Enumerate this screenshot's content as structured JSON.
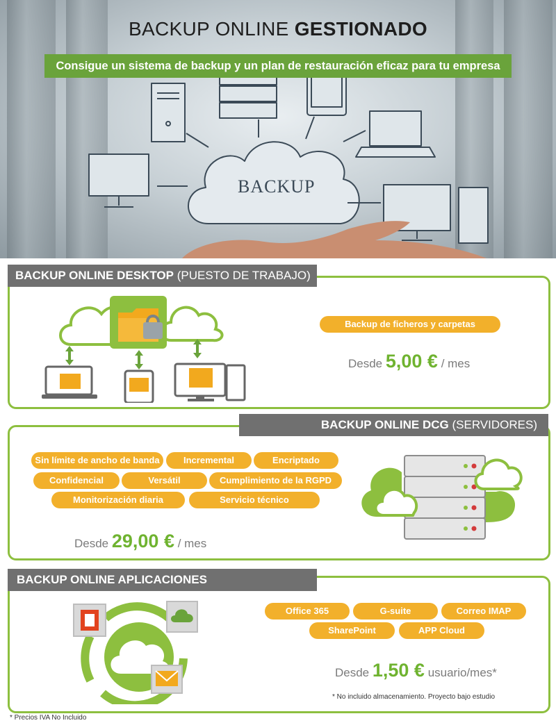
{
  "hero": {
    "title_light": "BACKUP ONLINE",
    "title_bold": "GESTIONADO",
    "subtitle": "Consigue un sistema de backup y un plan de restauración eficaz para tu empresa",
    "cloud_label": "BACKUP"
  },
  "desktop": {
    "tab_bold": "BACKUP ONLINE DESKTOP",
    "tab_light": "(PUESTO DE TRABAJO)",
    "features": [
      "Backup de ficheros y carpetas"
    ],
    "price_prefix": "Desde",
    "price_amount": "5,00 €",
    "price_suffix": "/ mes"
  },
  "dcg": {
    "tab_bold": "BACKUP ONLINE DCG",
    "tab_light": "(SERVIDORES)",
    "features": [
      "Sin límite de ancho de banda",
      "Incremental",
      "Encriptado",
      "Confidencial",
      "Versátil",
      "Cumplimiento de la RGPD",
      "Monitorización diaria",
      "Servicio técnico"
    ],
    "price_prefix": "Desde",
    "price_amount": "29,00 €",
    "price_suffix": "/ mes"
  },
  "apps": {
    "tab_bold": "BACKUP ONLINE APLICACIONES",
    "features": [
      "Office 365",
      "G-suite",
      "Correo IMAP",
      "SharePoint",
      "APP Cloud"
    ],
    "price_prefix": "Desde",
    "price_amount": "1,50 €",
    "price_suffix": "usuario/mes*",
    "note": "* No incluido almacenamiento. Proyecto bajo estudio"
  },
  "footer_note": "* Precios IVA No Incluido",
  "colors": {
    "green": "#8dbf3f",
    "dark_green": "#6aa33b",
    "orange": "#f2b02b",
    "tab_gray": "#707070"
  }
}
